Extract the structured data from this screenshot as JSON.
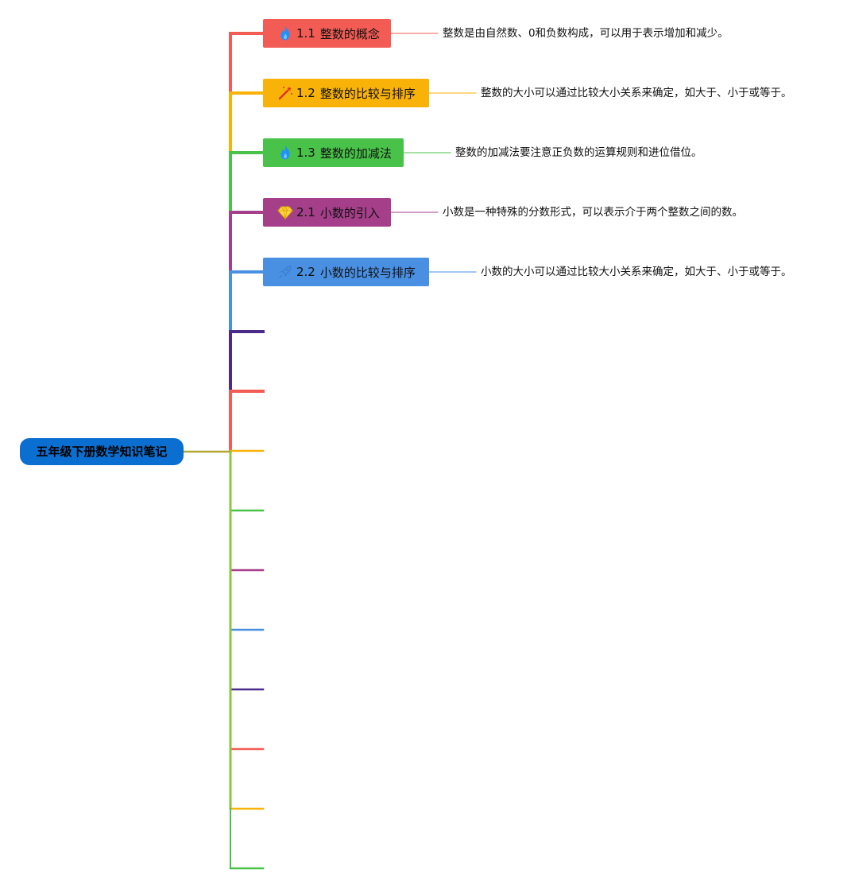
{
  "root": {
    "title": "五年级下册数学知识笔记",
    "color": "#0a6fd0"
  },
  "topics": [
    {
      "number": "1.1",
      "title": "整数的概念",
      "icon": "flame-icon",
      "color": "#f25c54",
      "note": "整数是由自然数、0和负数构成，可以用于表示增加和减少。"
    },
    {
      "number": "1.2",
      "title": "整数的比较与排序",
      "icon": "magic-wand-icon",
      "color": "#f9b208",
      "note": "整数的大小可以通过比较大小关系来确定，如大于、小于或等于。"
    },
    {
      "number": "1.3",
      "title": "整数的加减法",
      "icon": "flame-icon",
      "color": "#48c248",
      "note": "整数的加减法要注意正负数的运算规则和进位借位。"
    },
    {
      "number": "2.1",
      "title": "小数的引入",
      "icon": "diamond-icon",
      "color": "#a53f8a",
      "note": "小数是一种特殊的分数形式，可以表示介于两个整数之间的数。"
    },
    {
      "number": "2.2",
      "title": "小数的比较与排序",
      "icon": "rocket-icon",
      "color": "#4a90e2",
      "note": "小数的大小可以通过比较大小关系来确定，如大于、小于或等于。"
    }
  ],
  "empty_branch_colors": [
    "#4b2a8a",
    "#f25c54",
    "#f9b208",
    "#48c248",
    "#a53f8a",
    "#4a90e2",
    "#4b2a8a",
    "#f25c54",
    "#f9b208",
    "#48c248"
  ]
}
